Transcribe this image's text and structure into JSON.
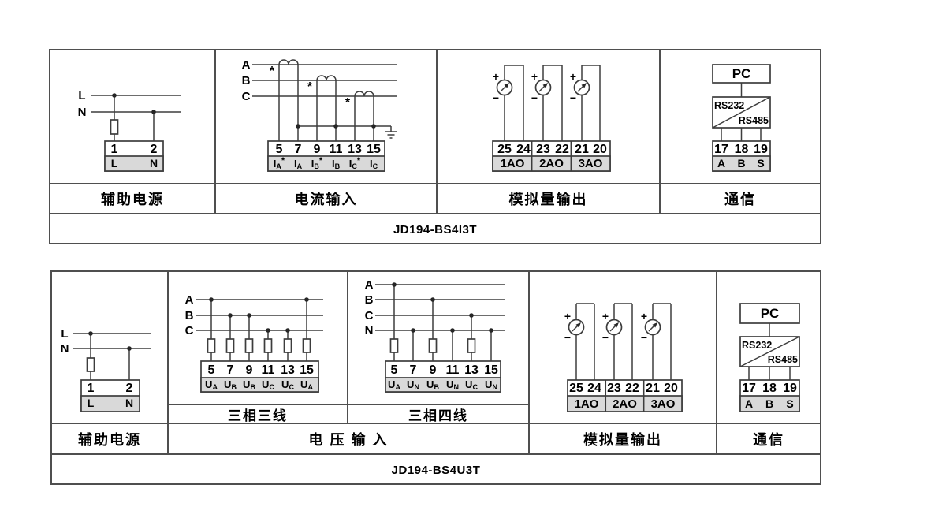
{
  "colors": {
    "line": "#3d3d3d",
    "table_border": "#4f4f4f",
    "terminal_label_fill": "#d9d9d9",
    "background": "#ffffff"
  },
  "table1": {
    "model": "JD194-BS4I3T",
    "aux": {
      "label": "辅助电源",
      "line_l": "L",
      "line_n": "N",
      "terms": [
        "1",
        "2"
      ],
      "term_labels": [
        "L",
        "N"
      ]
    },
    "current": {
      "label": "电流输入",
      "phase_a": "A",
      "phase_b": "B",
      "phase_c": "C",
      "star": "*",
      "terms": [
        "5",
        "7",
        "9",
        "11",
        "13",
        "15"
      ],
      "labels": [
        {
          "b": "I",
          "s": "A",
          "st": "*"
        },
        {
          "b": "I",
          "s": "A",
          "st": ""
        },
        {
          "b": "I",
          "s": "B",
          "st": "*"
        },
        {
          "b": "I",
          "s": "B",
          "st": ""
        },
        {
          "b": "I",
          "s": "C",
          "st": "*"
        },
        {
          "b": "I",
          "s": "C",
          "st": ""
        }
      ]
    },
    "analog": {
      "label": "模拟量输出",
      "plus": "+",
      "minus": "−",
      "terms": [
        "25",
        "24",
        "23",
        "22",
        "21",
        "20"
      ],
      "groups": [
        "1AO",
        "2AO",
        "3AO"
      ]
    },
    "comm": {
      "label": "通信",
      "pc": "PC",
      "rs232": "RS232",
      "rs485": "RS485",
      "terms": [
        "17",
        "18",
        "19"
      ],
      "term_labels": [
        "A",
        "B",
        "S"
      ]
    }
  },
  "table2": {
    "model": "JD194-BS4U3T",
    "aux": {
      "label": "辅助电源",
      "line_l": "L",
      "line_n": "N",
      "terms": [
        "1",
        "2"
      ],
      "term_labels": [
        "L",
        "N"
      ]
    },
    "voltage": {
      "label": "电 压 输 入",
      "three_wire": {
        "label": "三相三线",
        "phase_a": "A",
        "phase_b": "B",
        "phase_c": "C",
        "terms": [
          "5",
          "7",
          "9",
          "11",
          "13",
          "15"
        ],
        "labels": [
          {
            "b": "U",
            "s": "A"
          },
          {
            "b": "U",
            "s": "B"
          },
          {
            "b": "U",
            "s": "B"
          },
          {
            "b": "U",
            "s": "C"
          },
          {
            "b": "U",
            "s": "C"
          },
          {
            "b": "U",
            "s": "A"
          }
        ]
      },
      "four_wire": {
        "label": "三相四线",
        "phase_a": "A",
        "phase_b": "B",
        "phase_c": "C",
        "phase_n": "N",
        "terms": [
          "5",
          "7",
          "9",
          "11",
          "13",
          "15"
        ],
        "labels": [
          {
            "b": "U",
            "s": "A"
          },
          {
            "b": "U",
            "s": "N"
          },
          {
            "b": "U",
            "s": "B"
          },
          {
            "b": "U",
            "s": "N"
          },
          {
            "b": "U",
            "s": "C"
          },
          {
            "b": "U",
            "s": "N"
          }
        ]
      }
    },
    "analog": {
      "label": "模拟量输出",
      "plus": "+",
      "minus": "−",
      "terms": [
        "25",
        "24",
        "23",
        "22",
        "21",
        "20"
      ],
      "groups": [
        "1AO",
        "2AO",
        "3AO"
      ]
    },
    "comm": {
      "label": "通信",
      "pc": "PC",
      "rs232": "RS232",
      "rs485": "RS485",
      "terms": [
        "17",
        "18",
        "19"
      ],
      "term_labels": [
        "A",
        "B",
        "S"
      ]
    }
  }
}
